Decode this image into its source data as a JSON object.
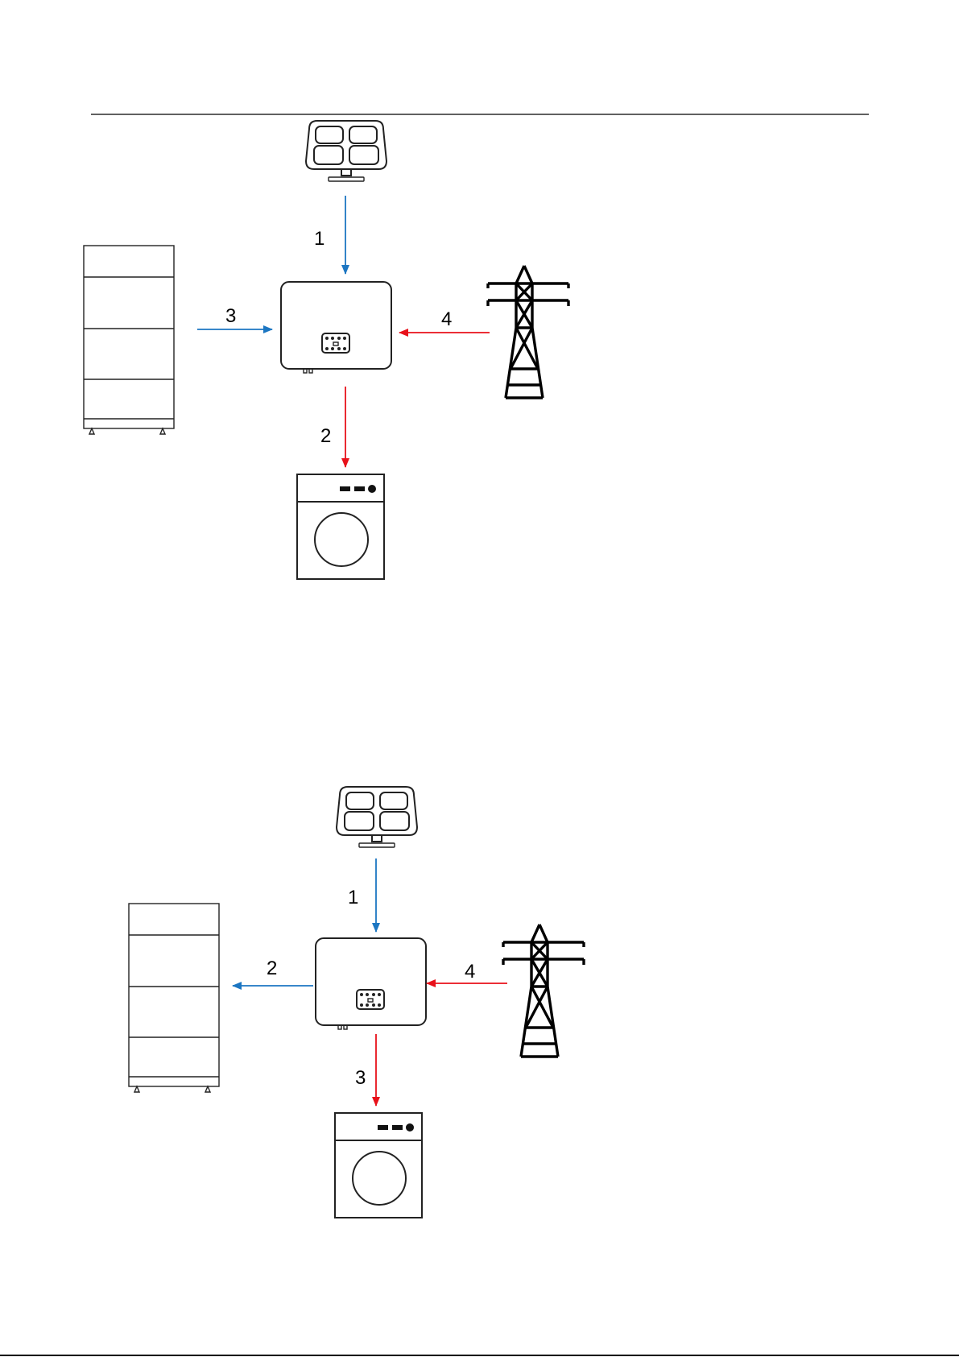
{
  "colors": {
    "blue": "#1c76c2",
    "red": "#e8111a",
    "line": "#222222"
  },
  "diagrams": [
    {
      "icons": [
        "solar-panel-icon",
        "inverter-icon",
        "battery-stack-icon",
        "power-tower-icon",
        "washing-machine-icon"
      ],
      "flows": [
        {
          "label": "1",
          "from": "solar-panel",
          "to": "inverter",
          "color": "blue"
        },
        {
          "label": "2",
          "from": "inverter",
          "to": "load",
          "color": "red"
        },
        {
          "label": "3",
          "from": "battery",
          "to": "inverter",
          "color": "blue"
        },
        {
          "label": "4",
          "from": "grid",
          "to": "inverter",
          "color": "red"
        }
      ]
    },
    {
      "icons": [
        "solar-panel-icon",
        "inverter-icon",
        "battery-stack-icon",
        "power-tower-icon",
        "washing-machine-icon"
      ],
      "flows": [
        {
          "label": "1",
          "from": "solar-panel",
          "to": "inverter",
          "color": "blue"
        },
        {
          "label": "2",
          "from": "inverter",
          "to": "battery",
          "color": "blue"
        },
        {
          "label": "3",
          "from": "inverter",
          "to": "load",
          "color": "red"
        },
        {
          "label": "4",
          "from": "grid",
          "to": "inverter",
          "color": "red"
        }
      ]
    }
  ]
}
